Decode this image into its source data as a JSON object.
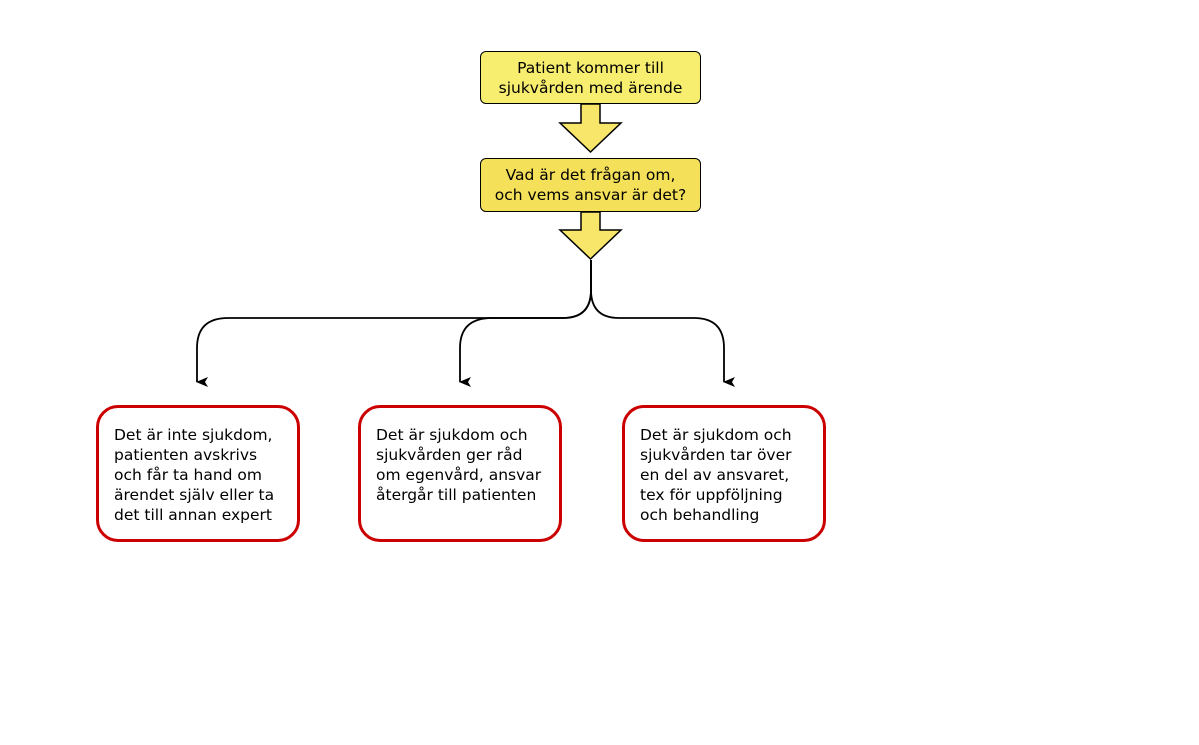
{
  "colors": {
    "start_fill": "#f7ee6f",
    "question_fill": "#f5e05a",
    "arrow_fill": "#f7e669",
    "outcome_border": "#cc0000",
    "connector": "#000000"
  },
  "nodes": {
    "start": {
      "lines": [
        "Patient kommer till",
        "sjukvården med ärende"
      ]
    },
    "question": {
      "lines": [
        "Vad är det frågan om,",
        "och vems ansvar är det?"
      ]
    },
    "outcome_left": {
      "lines": [
        "Det är inte sjukdom,",
        "patienten avskrivs",
        "och får ta hand om",
        "ärendet själv eller ta",
        "det till annan expert"
      ]
    },
    "outcome_middle": {
      "lines": [
        "Det är sjukdom och",
        "sjukvården ger råd",
        "om egenvård, ansvar",
        "återgår till patienten"
      ]
    },
    "outcome_right": {
      "lines": [
        "Det är sjukdom och",
        "sjukvården tar över",
        "en del av ansvaret,",
        "tex för uppföljning",
        "och behandling"
      ]
    }
  }
}
